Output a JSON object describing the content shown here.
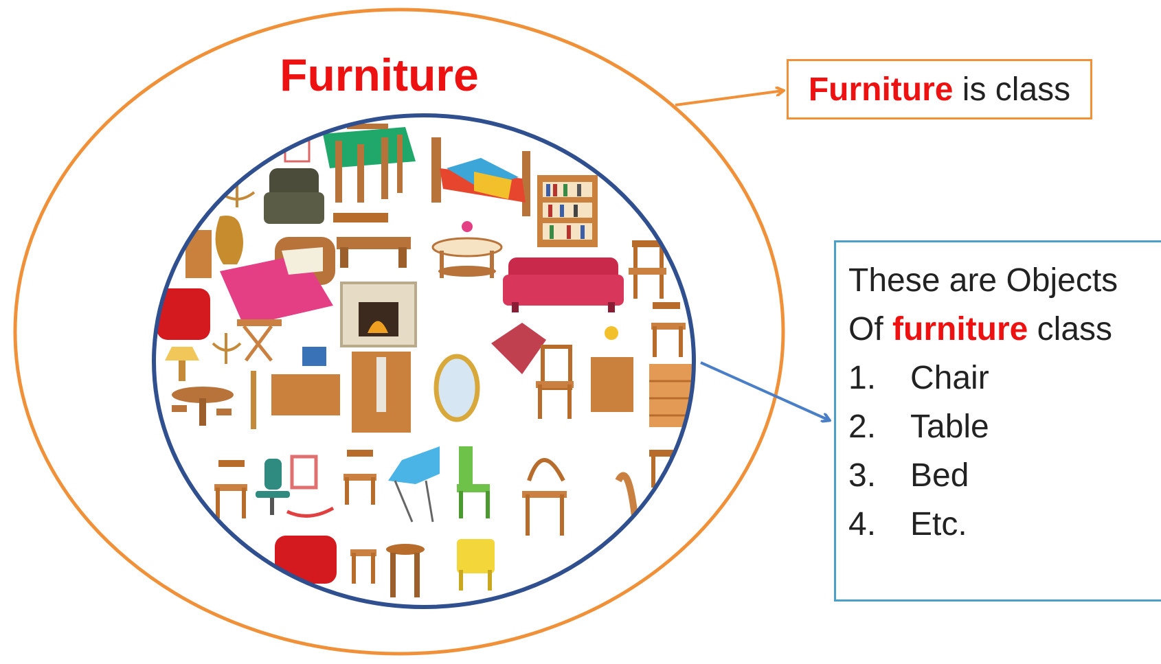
{
  "class_section": {
    "title": "Furniture"
  },
  "class_label": {
    "keyword": "Furniture",
    "rest": " is class"
  },
  "objects_label": {
    "line1": "These are Objects",
    "line2_prefix": "Of ",
    "line2_keyword": "furniture",
    "line2_suffix": " class",
    "items": [
      {
        "num": "1.",
        "text": "Chair"
      },
      {
        "num": "2.",
        "text": "Table"
      },
      {
        "num": "3.",
        "text": "Bed"
      },
      {
        "num": "4.",
        "text": "Etc."
      }
    ]
  },
  "colors": {
    "class_outline": "#f0913a",
    "object_outline": "#2f4f8f",
    "object_arrow": "#4a7fc8",
    "object_box_border": "#4aa0c6",
    "keyword_red": "#ee1111"
  },
  "illustration": {
    "depicts": [
      "dining-table",
      "bed",
      "bookshelf",
      "armchair",
      "sofa",
      "fireplace",
      "wardrobe",
      "mirror",
      "dresser",
      "desk",
      "lamp",
      "candelabra",
      "vase",
      "stool",
      "rocking-chair",
      "office-chair",
      "coffee-table",
      "chair"
    ]
  }
}
